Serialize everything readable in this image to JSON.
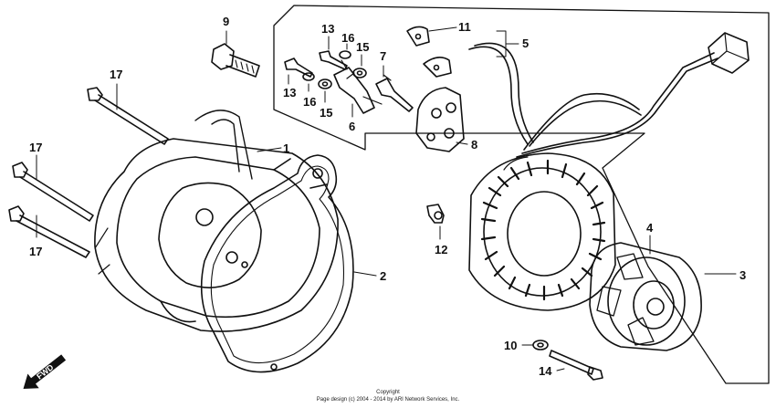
{
  "diagram": {
    "callouts": [
      "1",
      "2",
      "3",
      "4",
      "5",
      "6",
      "7",
      "8",
      "9",
      "10",
      "11",
      "12",
      "13",
      "13",
      "14",
      "15",
      "15",
      "16",
      "16",
      "17",
      "17",
      "17"
    ],
    "fwd_label": "FWD"
  },
  "copyright": {
    "line1": "Copyright",
    "line2": "Page design (c) 2004 - 2014 by ARI Network Services, Inc."
  }
}
